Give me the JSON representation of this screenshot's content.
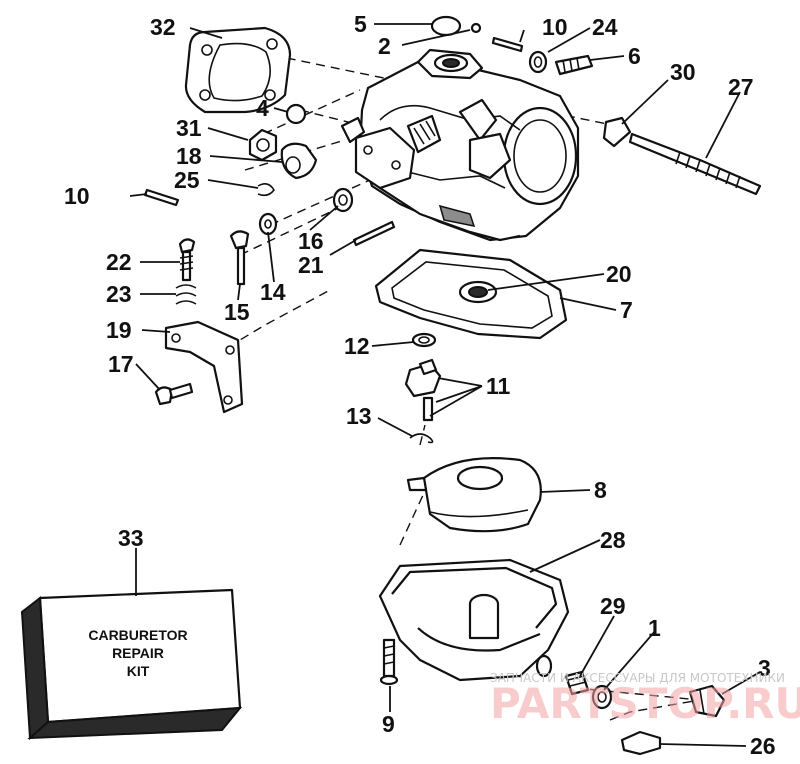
{
  "diagram": {
    "labels": [
      "32",
      "5",
      "2",
      "10",
      "24",
      "6",
      "30",
      "27",
      "4",
      "31",
      "18",
      "25",
      "10",
      "16",
      "21",
      "14",
      "15",
      "22",
      "23",
      "19",
      "17",
      "20",
      "7",
      "12",
      "11",
      "13",
      "8",
      "33",
      "28",
      "29",
      "1",
      "3",
      "9",
      "26"
    ],
    "kit": {
      "line1": "CARBURETOR",
      "line2": "REPAIR",
      "line3": "KIT"
    },
    "watermark": {
      "line1": "ЗАПЧАСТИ И АКСЕССУАРЫ ДЛЯ МОТОТЕХНИКИ",
      "line2": "PARTSTOP.RU"
    }
  }
}
